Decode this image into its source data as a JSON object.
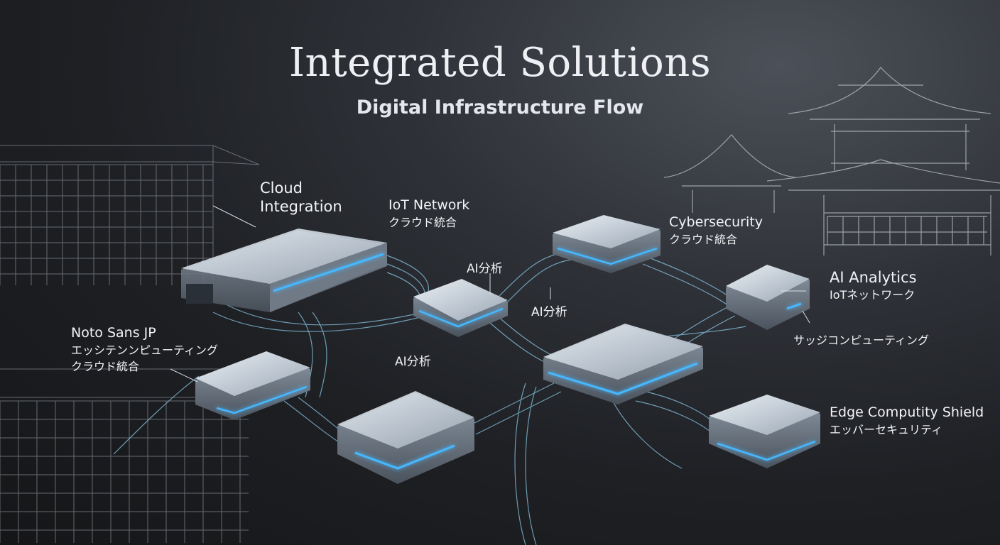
{
  "header": {
    "title": "Integrated Solutions",
    "subtitle": "Digital Infrastructure Flow"
  },
  "labels": {
    "cloud": {
      "line1": "Cloud",
      "line2": "Integration"
    },
    "iot": {
      "line1": "IoT Network",
      "line2": "クラウド統合"
    },
    "cyber": {
      "line1": "Cybersecurity",
      "line2": "クラウド統合"
    },
    "ai_top": {
      "line1": "AI分析"
    },
    "ai_mid": {
      "line1": "AI分析"
    },
    "ai_low": {
      "line1": "AI分析"
    },
    "ai_analytics": {
      "line1": "AI Analytics",
      "line2": "IoTネットワーク"
    },
    "edge_jp": {
      "line1": "サッジコンピューティング"
    },
    "noto": {
      "line1": "Noto Sans JP",
      "line2": "エッシテンンピューティング",
      "line3": "クラウド統合"
    },
    "edge_shield": {
      "line1": "Edge Computity Shield",
      "line2": "エッバーセキュリティ"
    }
  },
  "colors": {
    "glow": "#46b8ff",
    "line": "#8fd0f0",
    "device": "#c9d2dc",
    "text": "#f2f4f7"
  }
}
